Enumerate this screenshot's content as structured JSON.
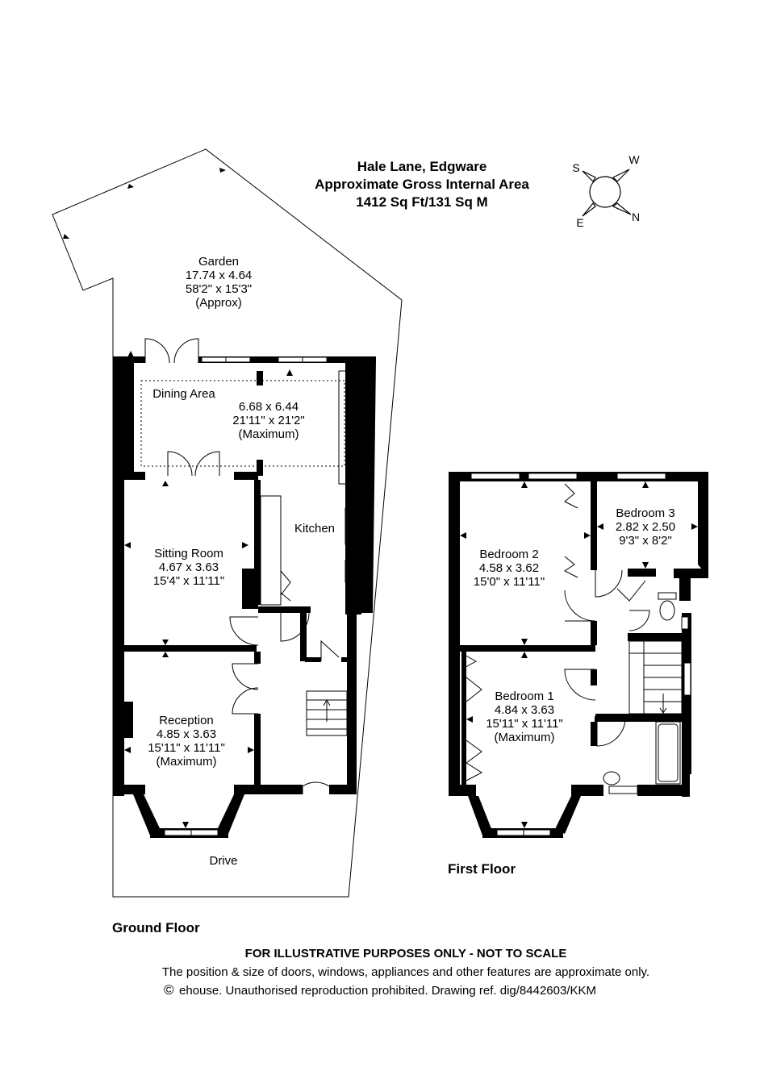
{
  "header": {
    "title": "Hale Lane, Edgware",
    "subtitle": "Approximate Gross Internal Area",
    "area": "1412 Sq Ft/131 Sq M"
  },
  "compass": {
    "n": "N",
    "s": "S",
    "e": "E",
    "w": "W"
  },
  "ground_floor": {
    "label": "Ground Floor",
    "garden": {
      "name": "Garden",
      "metric": "17.74 x 4.64",
      "imperial": "58'2\" x 15'3\"",
      "note": "(Approx)"
    },
    "dining": {
      "name": "Dining Area",
      "metric": "6.68 x 6.44",
      "imperial": "21'11\" x 21'2\"",
      "note": "(Maximum)"
    },
    "kitchen": {
      "name": "Kitchen"
    },
    "sitting": {
      "name": "Sitting Room",
      "metric": "4.67 x 3.63",
      "imperial": "15'4\" x 11'11\""
    },
    "reception": {
      "name": "Reception",
      "metric": "4.85 x 3.63",
      "imperial": "15'11\" x 11'11\"",
      "note": "(Maximum)"
    },
    "drive": {
      "name": "Drive"
    }
  },
  "first_floor": {
    "label": "First Floor",
    "bedroom2": {
      "name": "Bedroom 2",
      "metric": "4.58 x 3.62",
      "imperial": "15'0\" x 11'11\""
    },
    "bedroom3": {
      "name": "Bedroom 3",
      "metric": "2.82 x 2.50",
      "imperial": "9'3\" x 8'2\""
    },
    "bedroom1": {
      "name": "Bedroom 1",
      "metric": "4.84 x 3.63",
      "imperial": "15'11\" x 11'11\"",
      "note": "(Maximum)"
    }
  },
  "footer": {
    "disclaimer": "FOR ILLUSTRATIVE PURPOSES ONLY - NOT TO SCALE",
    "line2": "The position & size of doors, windows, appliances and other features are approximate only.",
    "copyright_symbol": "©",
    "line3": "ehouse. Unauthorised reproduction prohibited. Drawing ref. dig/8442603/KKM"
  }
}
